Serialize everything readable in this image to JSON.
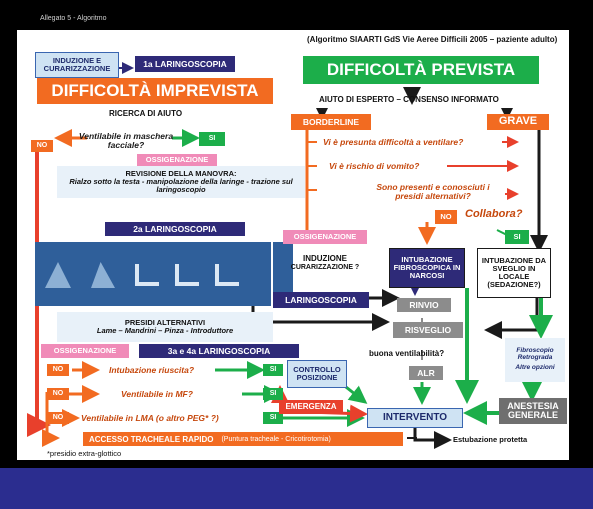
{
  "header": {
    "caption": "Allegato 5 - Algoritmo",
    "source": "(Algoritmo SIAARTI    GdS  Vie Aeree Difficili 2005    – paziente adulto)"
  },
  "left": {
    "induction": "INDUZIONE E CURARIZZAZIONE",
    "laringo1": "1a LARINGOSCOPIA",
    "title": "DIFFICOLTÀ IMPREVISTA",
    "help": "RICERCA DI AIUTO",
    "ventilabile": "Ventilabile in maschera facciale?",
    "no": "NO",
    "si": "SI",
    "oxy1": "OSSIGENAZIONE",
    "revision_title": "REVISIONE DELLA MANOVRA:",
    "revision_body": "Rialzo sotto la testa  - manipolazione della laringe  -  trazione sul laringoscopio",
    "laringo2": "2a LARINGOSCOPIA",
    "presidi_title": "PRESIDI ALTERNATIVI",
    "presidi_body": "Lame  – Mandrini  – Pinza  - Introduttore",
    "oxy2": "OSSIGENAZIONE",
    "laringo34": "3a e 4a LARINGOSCOPIA",
    "intubazione_q": "Intubazione riuscita?",
    "mf_q": "Ventilabile in MF?",
    "lma_q": "Ventilabile in LMA (o altro   PEG* ?)",
    "accesso_box": "ACCESSO TRACHEALE RAPIDO",
    "accesso_detail": "(Puntura tracheale  -  Cricotirotomia)",
    "footnote": "*presidio  extra-glottico"
  },
  "right": {
    "title": "DIFFICOLTÀ PREVISTA",
    "expert": "AIUTO DI ESPERTO  – CONSENSO INFORMATO",
    "borderline": "BORDERLINE",
    "grave": "GRAVE",
    "q1": "Vi è presunta difficoltà a ventilare?",
    "q2": "Vi è rischio di vomito?",
    "q3": "Sono presenti e conosciuti i presidi alternativi?",
    "no": "NO",
    "collabora": "Collabora?",
    "si": "SI",
    "oxy3": "OSSIGENAZIONE",
    "induzione2": "INDUZIONE",
    "curarizzazione2": "CURARIZZAZIONE  ?",
    "laringoscopia": "LARINGOSCOPIA",
    "fibro": "INTUBAZIONE FIBROSCOPICA IN NARCOSI",
    "sveglio": "INTUBAZIONE DA SVEGLIO IN LOCALE (SEDAZIONE?)",
    "rinvio": "RINVIO",
    "risveglio": "RISVEGLIO",
    "buona_vent": "buona ventilabilità?",
    "alr": "ALR",
    "fibroscopio": "Fibroscopio Retrograda",
    "altre": "Altre opzioni",
    "anestesia": "ANESTESIA GENERALE",
    "controllo": "CONTROLLO POSIZIONE",
    "emergenza": "EMERGENZA",
    "intervento": "INTERVENTO",
    "estubazione": "Estubazione protetta"
  },
  "colors": {
    "navy": "#2e2a78",
    "orange": "#f26b21",
    "green": "#1cae4a",
    "red": "#e8402c",
    "lightblue": "#cfe3f3",
    "pink": "#f08bb8",
    "gray": "#8c8c8c",
    "band": "#2b2d8f"
  }
}
